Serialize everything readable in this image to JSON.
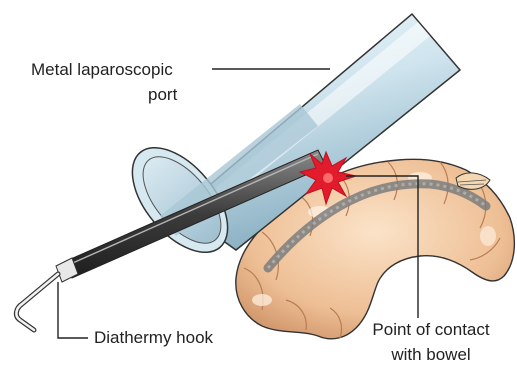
{
  "labels": {
    "port_line1": "Metal laparoscopic",
    "port_line2": "port",
    "hook": "Diathermy hook",
    "contact_line1": "Point of contact",
    "contact_line2": "with bowel"
  },
  "colors": {
    "port_light": "#e8f3f8",
    "port_mid": "#b8d6e4",
    "port_dark": "#7ea5b8",
    "bowel_light": "#f6d5b4",
    "bowel_mid": "#e8b68c",
    "bowel_dark": "#c98c64",
    "mesentery": "#8f8f8f",
    "spark": "#e21b2d",
    "outline": "#333333",
    "hook_shaft": "#4a4a4a"
  }
}
